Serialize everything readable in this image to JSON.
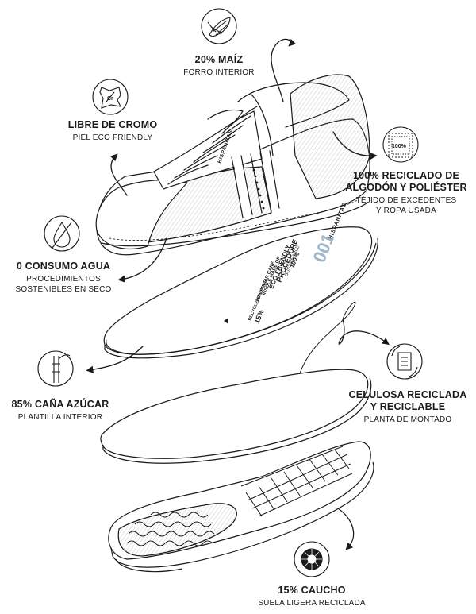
{
  "features": {
    "maiz": {
      "title": "20% MAÍZ",
      "sub": "FORRO INTERIOR",
      "icon": "corn-icon"
    },
    "cromo": {
      "title": "LIBRE DE CROMO",
      "sub": "PIEL ECO FRIENDLY",
      "icon": "leather-hide-icon",
      "icon_text": "Cr"
    },
    "reciclado": {
      "title": "100% RECICLADO DE\nALGODÓN Y POLIÉSTER",
      "sub": "TEJIDO DE EXCEDENTES\nY ROPA USADA",
      "icon": "recycled-fabric-icon",
      "icon_text": "100%"
    },
    "agua": {
      "title": "0 CONSUMO AGUA",
      "sub": "PROCEDIMIENTOS\nSOSTENIBLES EN SECO",
      "icon": "no-water-drop-icon"
    },
    "cana": {
      "title": "85% CAÑA AZÚCAR",
      "sub": "PLANTILLA INTERIOR",
      "icon": "sugar-cane-icon"
    },
    "celulosa": {
      "title": "CELULOSA RECICLADA\nY RECICLABLE",
      "sub": "PLANTA DE MONTADO",
      "icon": "recycled-paper-icon"
    },
    "caucho": {
      "title": "15% CAUCHO",
      "sub": "SUELA LIGERA RECICLADA",
      "icon": "tire-icon"
    }
  },
  "shoe": {
    "brand": "HISPANITAS"
  },
  "insole": {
    "brand": "HISPANITAS",
    "model": "001",
    "lines": [
      "100%",
      "SUSTAINABLE",
      "PROCEDURE",
      "ECO FRIENDLY",
      "INSOLE MADE OF",
      "85% SUGAR CANE",
      "15%",
      "RECYCLED RUBBER"
    ]
  }
}
